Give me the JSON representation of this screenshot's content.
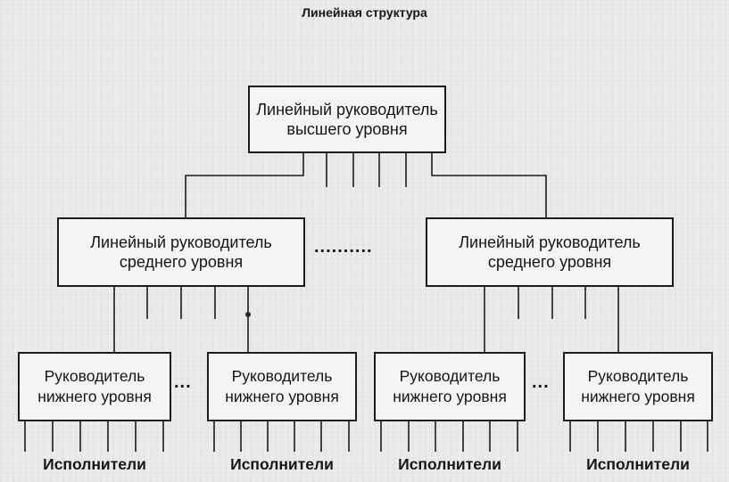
{
  "title": "Линейная структура",
  "top": {
    "line1": "Линейный руководитель",
    "line2": "высшего уровня"
  },
  "middle": [
    {
      "line1": "Линейный руководитель",
      "line2": "среднего  уровня"
    },
    {
      "line1": "Линейный руководитель",
      "line2": "среднего  уровня"
    }
  ],
  "middle_ellipsis": "..........",
  "lower": [
    {
      "line1": "Руководитель",
      "line2": "нижнего  уровня"
    },
    {
      "line1": "Руководитель",
      "line2": "нижнего  уровня"
    },
    {
      "line1": "Руководитель",
      "line2": "нижнего  уровня"
    },
    {
      "line1": "Руководитель",
      "line2": "нижнего  уровня"
    }
  ],
  "lower_ellipsis": "...",
  "executors": [
    "Исполнители",
    "Исполнители",
    "Исполнители",
    "Исполнители"
  ]
}
